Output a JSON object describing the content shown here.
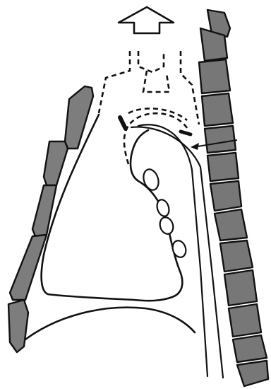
{
  "figure": {
    "arrow_direction": "up",
    "pointer_arrow_direction": "left",
    "vertebra_count": 13,
    "sternum_segment_count": 5,
    "lymph_node_count": 4,
    "colors": {
      "ink": "#111111",
      "bone_fill": "#7d7d7d",
      "background": "#ffffff"
    }
  }
}
